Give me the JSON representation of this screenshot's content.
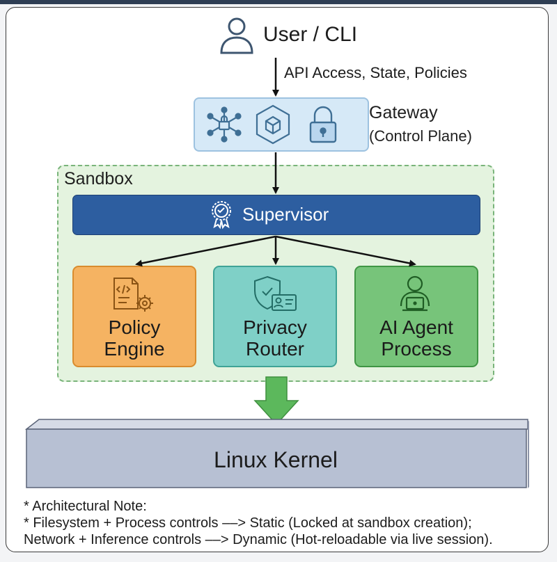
{
  "user": {
    "label": "User / CLI"
  },
  "edge_user_gateway": {
    "label": "API Access, State, Policies"
  },
  "gateway": {
    "title": "Gateway",
    "subtitle": "(Control Plane)"
  },
  "sandbox": {
    "label": "Sandbox"
  },
  "supervisor": {
    "label": "Supervisor"
  },
  "components": [
    {
      "line1": "Policy",
      "line2": "Engine"
    },
    {
      "line1": "Privacy",
      "line2": "Router"
    },
    {
      "line1": "AI Agent",
      "line2": "Process"
    }
  ],
  "kernel": {
    "label": "Linux Kernel"
  },
  "note": {
    "line1": "* Architectural Note:",
    "line2": "* Filesystem + Process controls ––> Static (Locked at sandbox creation);",
    "line3": "Network + Inference controls ––> Dynamic (Hot-reloadable via live session)."
  },
  "colors": {
    "gateway_fill": "#d6e9f7",
    "sandbox_fill": "#e4f3df",
    "supervisor_fill": "#2d5ea0",
    "policy_fill": "#f5b362",
    "privacy_fill": "#7fd0c7",
    "agent_fill": "#77c47a",
    "kernel_fill": "#b7c0d3",
    "down_arrow": "#5cb85c"
  },
  "icons": [
    "user-icon",
    "network-lock-icon",
    "cube-icon",
    "padlock-icon",
    "award-badge-icon",
    "document-gear-icon",
    "shield-id-icon",
    "person-laptop-icon"
  ]
}
